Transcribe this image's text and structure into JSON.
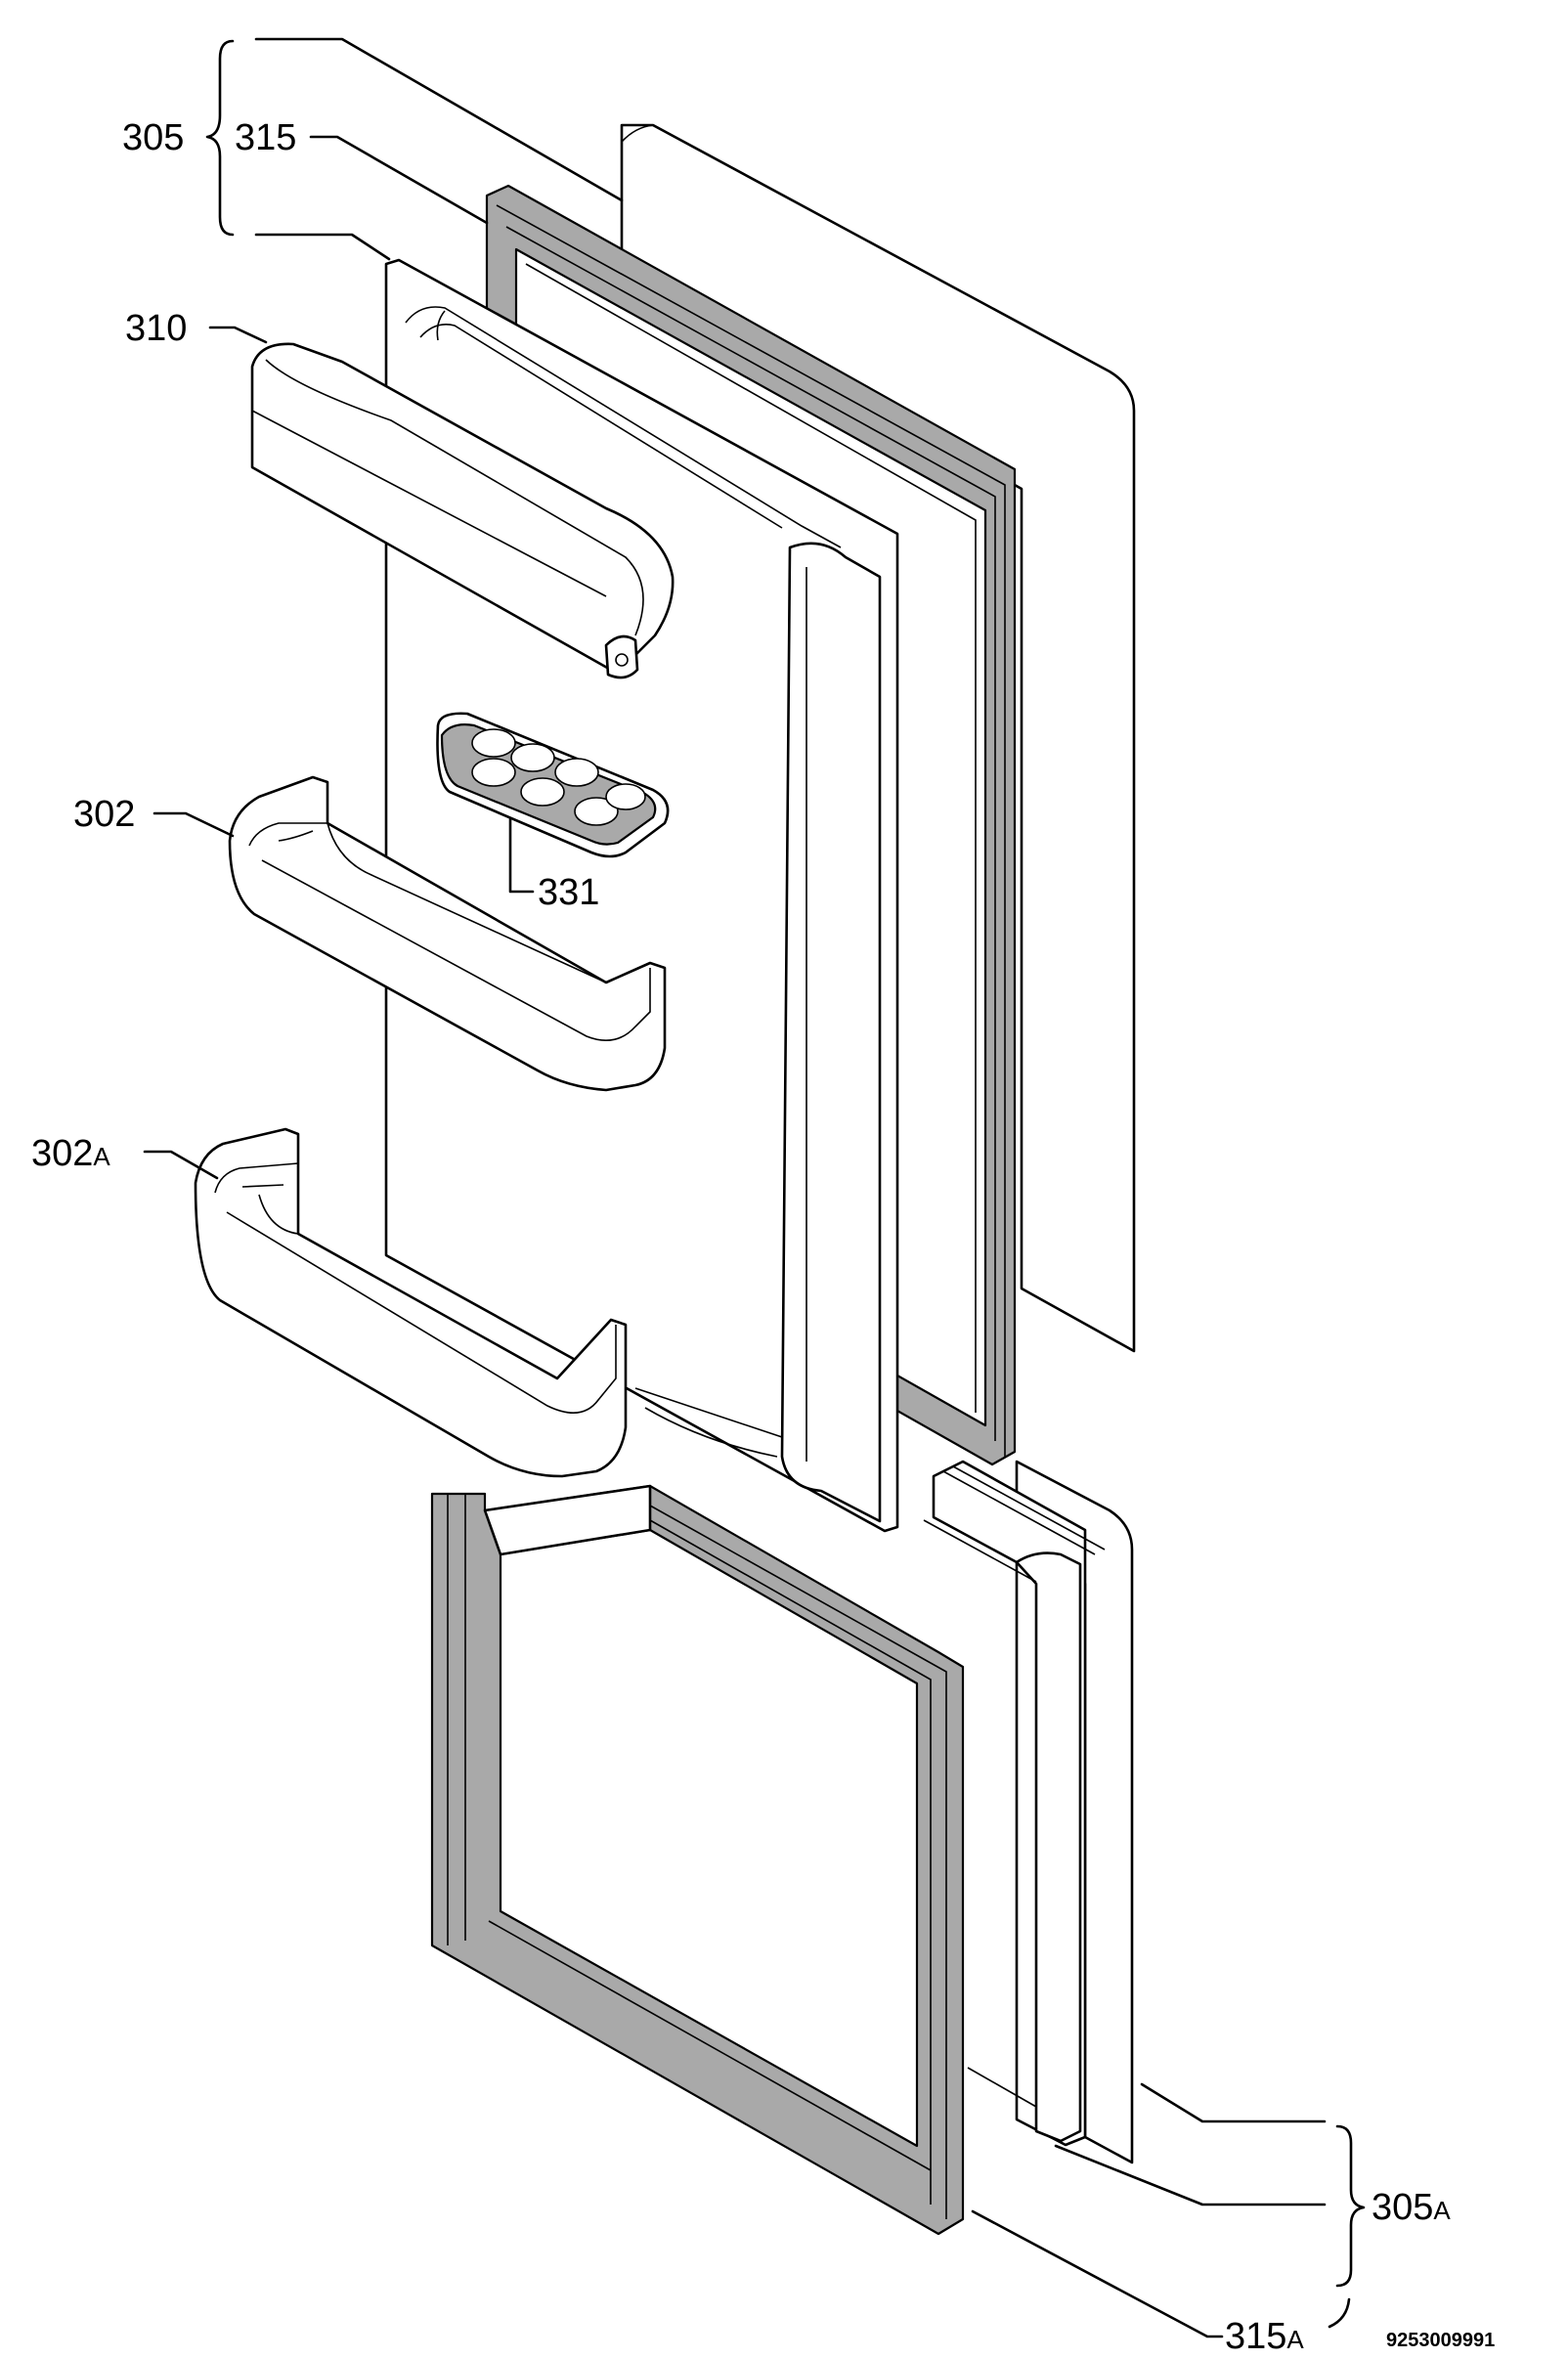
{
  "labels": {
    "p305": "305",
    "p315": "315",
    "p310": "310",
    "p302": "302",
    "p331": "331",
    "p302A_num": "302",
    "p302A_suffix": "A",
    "p305A_num": "305",
    "p305A_suffix": "A",
    "p315A_num": "315",
    "p315A_suffix": "A"
  },
  "drawing_code": "9253009991",
  "colors": {
    "line": "#000000",
    "gasket": "#a9a9a9",
    "background": "#ffffff"
  }
}
